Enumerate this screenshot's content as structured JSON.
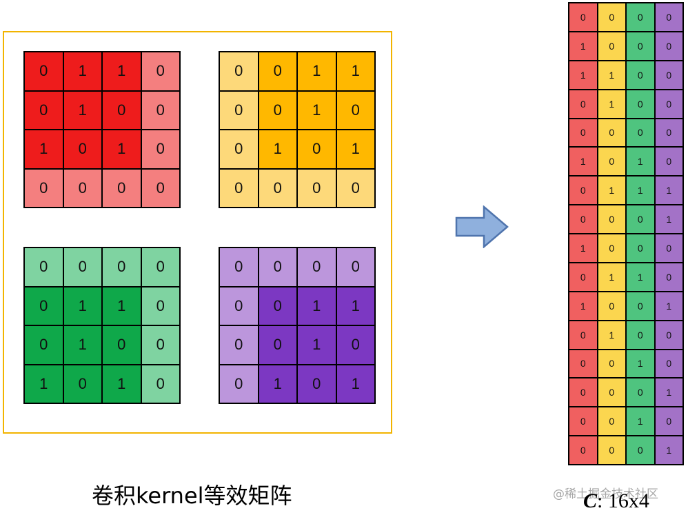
{
  "colors": {
    "frame": "#f2b400",
    "red_dark": "#ee1c1c",
    "red_light": "#f47f7f",
    "yellow_dark": "#ffb800",
    "yellow_light": "#fdd97a",
    "green_dark": "#0fa84a",
    "green_light": "#7fd3a1",
    "purple_dark": "#7c38c2",
    "purple_light": "#bc96dc",
    "arrow_fill": "#8fb0dd",
    "arrow_stroke": "#4f74ad",
    "c_red": "#f06060",
    "c_yellow": "#fbd64f",
    "c_green": "#4fc47f",
    "c_purple": "#a372c7"
  },
  "kernels": [
    {
      "name": "red-kernel",
      "dark": "#ee1c1c",
      "light": "#f47f7f",
      "values": [
        [
          0,
          1,
          1,
          0
        ],
        [
          0,
          1,
          0,
          0
        ],
        [
          1,
          0,
          1,
          0
        ],
        [
          0,
          0,
          0,
          0
        ]
      ],
      "mask": [
        [
          1,
          1,
          1,
          0
        ],
        [
          1,
          1,
          1,
          0
        ],
        [
          1,
          1,
          1,
          0
        ],
        [
          0,
          0,
          0,
          0
        ]
      ]
    },
    {
      "name": "yellow-kernel",
      "dark": "#ffb800",
      "light": "#fdd97a",
      "values": [
        [
          0,
          0,
          1,
          1
        ],
        [
          0,
          0,
          1,
          0
        ],
        [
          0,
          1,
          0,
          1
        ],
        [
          0,
          0,
          0,
          0
        ]
      ],
      "mask": [
        [
          0,
          1,
          1,
          1
        ],
        [
          0,
          1,
          1,
          1
        ],
        [
          0,
          1,
          1,
          1
        ],
        [
          0,
          0,
          0,
          0
        ]
      ]
    },
    {
      "name": "green-kernel",
      "dark": "#0fa84a",
      "light": "#7fd3a1",
      "values": [
        [
          0,
          0,
          0,
          0
        ],
        [
          0,
          1,
          1,
          0
        ],
        [
          0,
          1,
          0,
          0
        ],
        [
          1,
          0,
          1,
          0
        ]
      ],
      "mask": [
        [
          0,
          0,
          0,
          0
        ],
        [
          1,
          1,
          1,
          0
        ],
        [
          1,
          1,
          1,
          0
        ],
        [
          1,
          1,
          1,
          0
        ]
      ]
    },
    {
      "name": "purple-kernel",
      "dark": "#7c38c2",
      "light": "#bc96dc",
      "values": [
        [
          0,
          0,
          0,
          0
        ],
        [
          0,
          0,
          1,
          1
        ],
        [
          0,
          0,
          1,
          0
        ],
        [
          0,
          1,
          0,
          1
        ]
      ],
      "mask": [
        [
          0,
          0,
          0,
          0
        ],
        [
          0,
          1,
          1,
          1
        ],
        [
          0,
          1,
          1,
          1
        ],
        [
          0,
          1,
          1,
          1
        ]
      ]
    }
  ],
  "c_matrix": {
    "column_colors": [
      "#f06060",
      "#fbd64f",
      "#4fc47f",
      "#a372c7"
    ],
    "rows": [
      [
        0,
        0,
        0,
        0
      ],
      [
        1,
        0,
        0,
        0
      ],
      [
        1,
        1,
        0,
        0
      ],
      [
        0,
        1,
        0,
        0
      ],
      [
        0,
        0,
        0,
        0
      ],
      [
        1,
        0,
        1,
        0
      ],
      [
        0,
        1,
        1,
        1
      ],
      [
        0,
        0,
        0,
        1
      ],
      [
        1,
        0,
        0,
        0
      ],
      [
        0,
        1,
        1,
        0
      ],
      [
        1,
        0,
        0,
        1
      ],
      [
        0,
        1,
        0,
        0
      ],
      [
        0,
        0,
        1,
        0
      ],
      [
        0,
        0,
        0,
        1
      ],
      [
        0,
        0,
        1,
        0
      ],
      [
        0,
        0,
        0,
        1
      ]
    ]
  },
  "caption": "卷积kernel等效矩阵",
  "c_label": {
    "var": "C",
    "dims": ": 16x4"
  },
  "watermark": "@稀土掘金技术社区"
}
